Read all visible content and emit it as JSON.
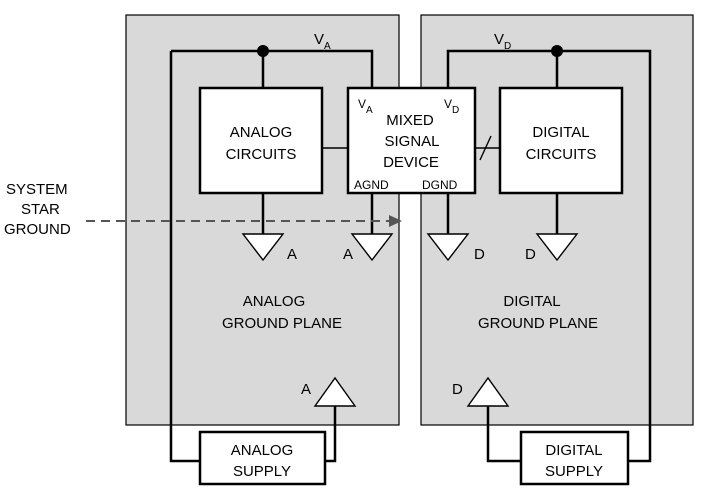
{
  "colors": {
    "plane_fill": "#d9d9d9",
    "line": "#000000",
    "arrow": "#555555"
  },
  "supply_rails": {
    "analog": {
      "main": "V",
      "sub": "A"
    },
    "digital": {
      "main": "V",
      "sub": "D"
    }
  },
  "blocks": {
    "analog_circuits": [
      "ANALOG",
      "CIRCUITS"
    ],
    "digital_circuits": [
      "DIGITAL",
      "CIRCUITS"
    ],
    "mixed_signal_device": {
      "lines": [
        "MIXED",
        "SIGNAL",
        "DEVICE"
      ],
      "pin_va": {
        "main": "V",
        "sub": "A"
      },
      "pin_vd": {
        "main": "V",
        "sub": "D"
      },
      "pin_agnd": "AGND",
      "pin_dgnd": "DGND"
    },
    "analog_supply": [
      "ANALOG",
      "SUPPLY"
    ],
    "digital_supply": [
      "DIGITAL",
      "SUPPLY"
    ]
  },
  "planes": {
    "analog": [
      "ANALOG",
      "GROUND PLANE"
    ],
    "digital": [
      "DIGITAL",
      "GROUND PLANE"
    ]
  },
  "ground_labels": {
    "analog_circuits": "A",
    "mixed_analog": "A",
    "mixed_digital": "D",
    "digital_circuits": "D",
    "analog_supply": "A",
    "digital_supply": "D"
  },
  "system_star_ground": [
    "SYSTEM",
    "STAR",
    "GROUND"
  ]
}
